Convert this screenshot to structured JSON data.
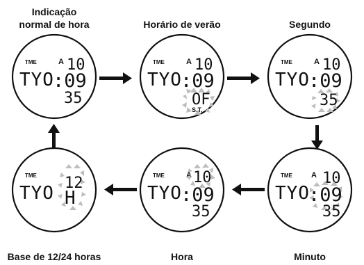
{
  "labels": {
    "normal_line1": "Indicação",
    "normal_line2": "normal de hora",
    "dst": "Horário de verão",
    "second": "Segundo",
    "minute": "Minuto",
    "hour": "Hora",
    "base": "Base de 12/24 horas"
  },
  "watch": {
    "tme": "TME",
    "a": "A",
    "city": "TYO",
    "hour_value": "10",
    "minute_value": ":09",
    "second_value": "35",
    "dst_value": "OF",
    "dst_caption": "S.T.",
    "mode_12": "12",
    "mode_h": "H"
  },
  "colors": {
    "blink_marker": "#bdbdbd",
    "ink": "#111111"
  }
}
